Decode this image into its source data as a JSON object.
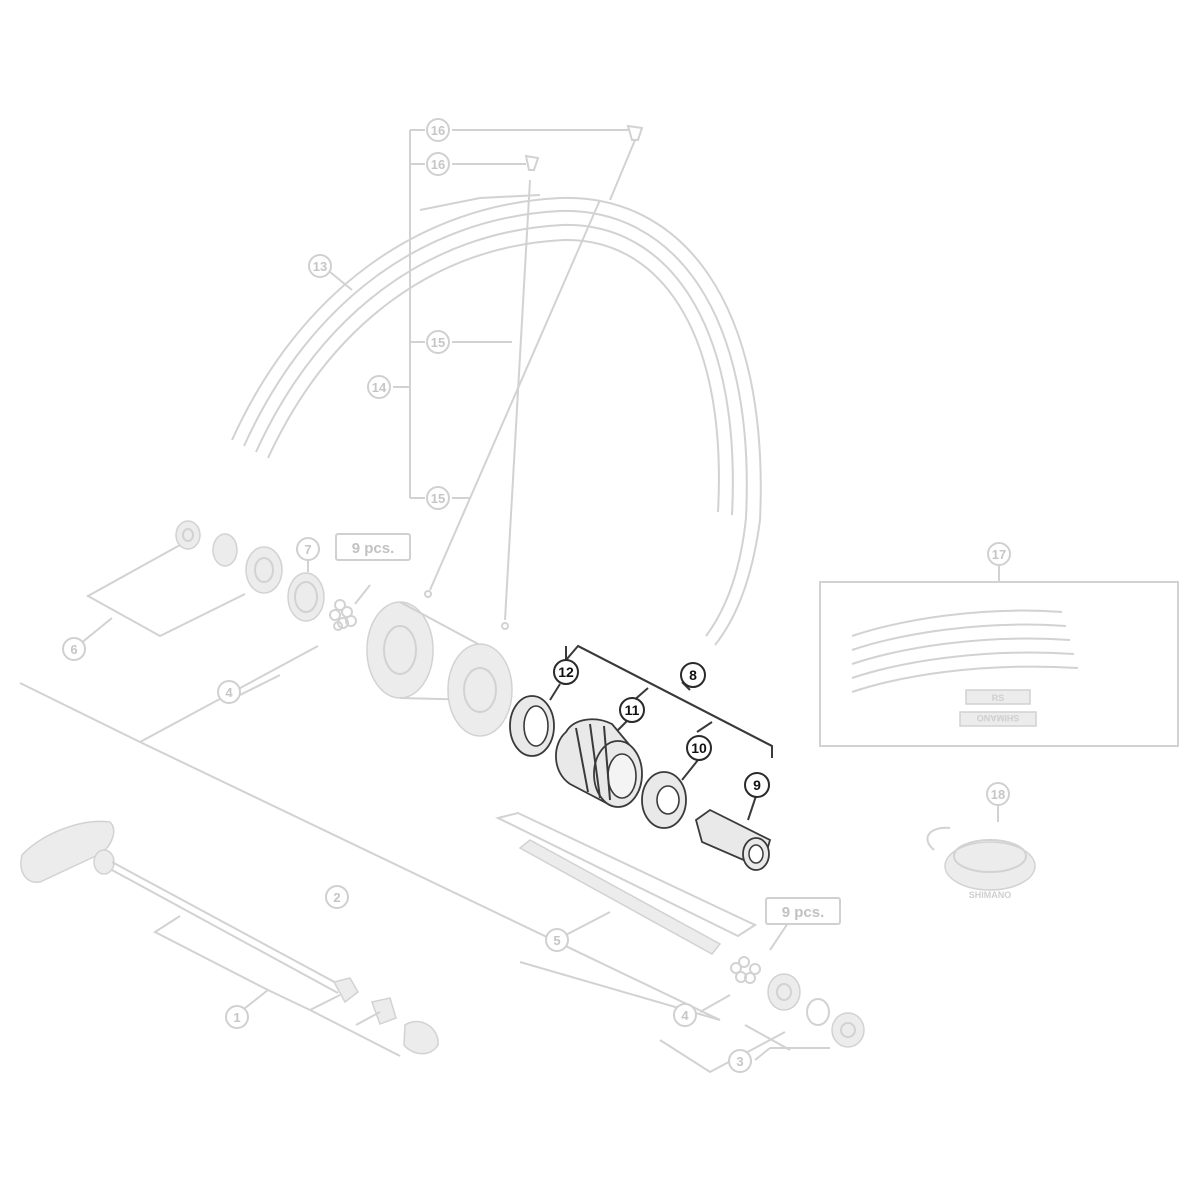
{
  "callouts": {
    "c1": "1",
    "c2": "2",
    "c3": "3",
    "c4a": "4",
    "c4b": "4",
    "c5": "5",
    "c6": "6",
    "c7": "7",
    "c8": "8",
    "c9": "9",
    "c10": "10",
    "c11": "11",
    "c12": "12",
    "c13": "13",
    "c14": "14",
    "c15a": "15",
    "c15b": "15",
    "c16a": "16",
    "c16b": "16",
    "c17": "17",
    "c18": "18"
  },
  "quantity_labels": {
    "upper": "9 pcs.",
    "lower": "9 pcs."
  },
  "logos": {
    "sticker_brand": "SHIMANO",
    "sticker_badge": "RS",
    "tape_brand": "SHIMANO"
  },
  "colors": {
    "highlight_stroke": "#3a3a3a",
    "faded_stroke": "#d2d2d2",
    "background": "#ffffff"
  }
}
